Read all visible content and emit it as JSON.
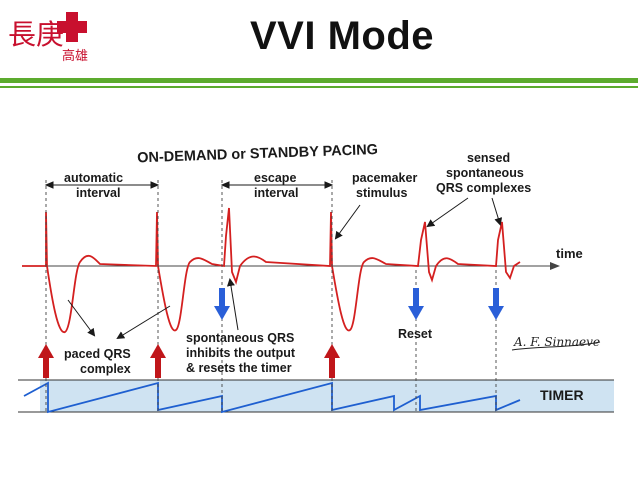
{
  "slide": {
    "title": "VVI Mode",
    "logo_text_main": "長庚",
    "logo_text_sub": "高雄"
  },
  "diagram": {
    "heading": "ON-DEMAND or STANDBY PACING",
    "labels": {
      "automatic_1": "automatic",
      "automatic_2": "interval",
      "escape_1": "escape",
      "escape_2": "interval",
      "pacemaker_1": "pacemaker",
      "pacemaker_2": "stimulus",
      "sensed_1": "sensed",
      "sensed_2": "spontaneous",
      "sensed_3": "QRS complexes",
      "time": "time",
      "paced_1": "paced QRS",
      "paced_2": "complex",
      "spont_1": "spontaneous QRS",
      "spont_2": "inhibits the output",
      "spont_3": "& resets the timer",
      "reset": "Reset",
      "signature": "A. F. Sinnaeve",
      "timer": "TIMER"
    },
    "colors": {
      "ecg": "#d42020",
      "timer_band": "#cfe3f2",
      "timer_line": "#1e5fd0",
      "paced_arrow": "#c0161a",
      "sense_arrow": "#2a5fd8",
      "logo": "#c8102e",
      "title_rule": "#5cab2e"
    }
  }
}
